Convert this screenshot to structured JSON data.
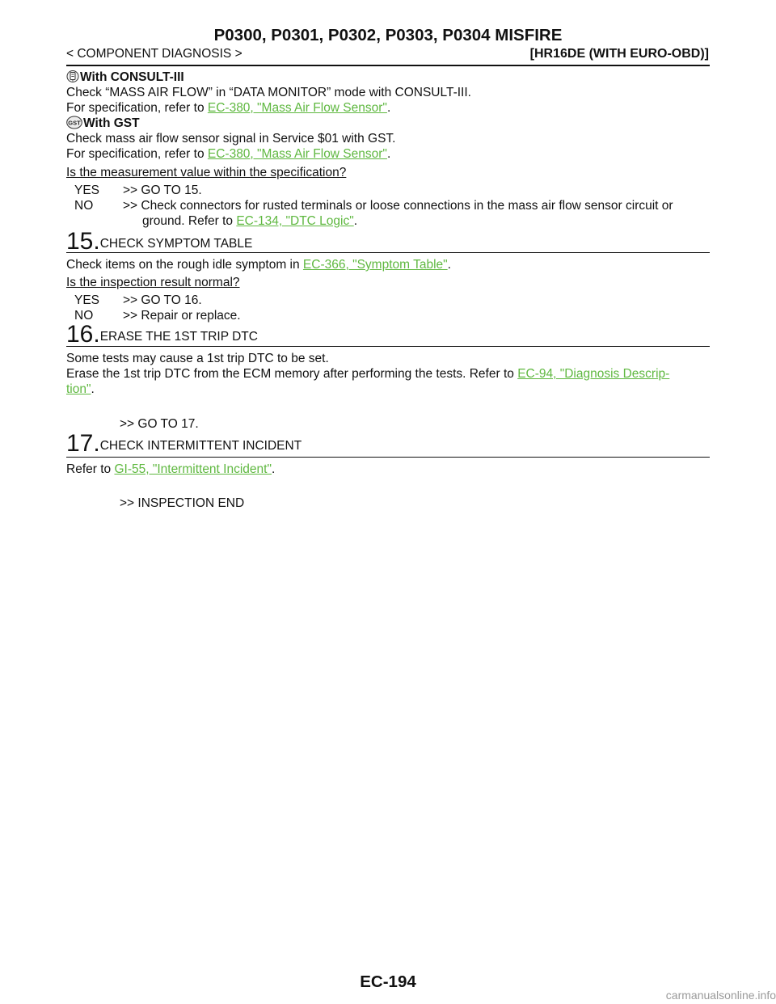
{
  "header": {
    "title": "P0300, P0301, P0302, P0303, P0304 MISFIRE",
    "breadcrumb": "< COMPONENT DIAGNOSIS >",
    "model": "[HR16DE (WITH EURO-OBD)]"
  },
  "step14_cont": {
    "consult_heading": "With CONSULT-III",
    "consult_line1": "Check “MASS AIR FLOW” in “DATA MONITOR” mode with CONSULT-III.",
    "spec_prefix": "For specification, refer to ",
    "spec_link": "EC-380, \"Mass Air Flow Sensor\"",
    "period": ".",
    "gst_icon_label": "GST",
    "gst_heading": "With GST",
    "gst_line1": "Check mass air flow sensor signal in Service $01 with GST.",
    "question": "Is the measurement value within the specification?",
    "yes_key": "YES",
    "yes_val": ">> GO TO 15.",
    "no_key": "NO",
    "no_val": ">> Check connectors for rusted terminals or loose connections in the mass air flow sensor circuit or",
    "no_cont_prefix": "ground. Refer to ",
    "no_link": "EC-134, \"DTC Logic\""
  },
  "step15": {
    "number": "15.",
    "title": "CHECK SYMPTOM TABLE",
    "body_prefix": "Check items on the rough idle symptom in ",
    "body_link": "EC-366, \"Symptom Table\"",
    "question": "Is the inspection result normal?",
    "yes_key": "YES",
    "yes_val": ">> GO TO 16.",
    "no_key": "NO",
    "no_val": ">> Repair or replace."
  },
  "step16": {
    "number": "16.",
    "title": "ERASE THE 1ST TRIP DTC",
    "body_line1": "Some tests may cause a 1st trip DTC to be set.",
    "body_line2_prefix": "Erase the 1st trip DTC from the ECM memory after performing the tests. Refer to ",
    "body_link_part1": "EC-94, \"Diagnosis Descrip-",
    "body_link_part2": "tion\"",
    "next": ">> GO TO 17."
  },
  "step17": {
    "number": "17.",
    "title": "CHECK INTERMITTENT INCIDENT",
    "body_prefix": "Refer to ",
    "body_link": "GI-55, \"Intermittent Incident\"",
    "next": ">> INSPECTION END"
  },
  "footer": {
    "page": "EC-194",
    "watermark": "carmanualsonline.info"
  },
  "colors": {
    "link": "#5fb840",
    "text": "#111111",
    "watermark": "#9a9a9a"
  }
}
